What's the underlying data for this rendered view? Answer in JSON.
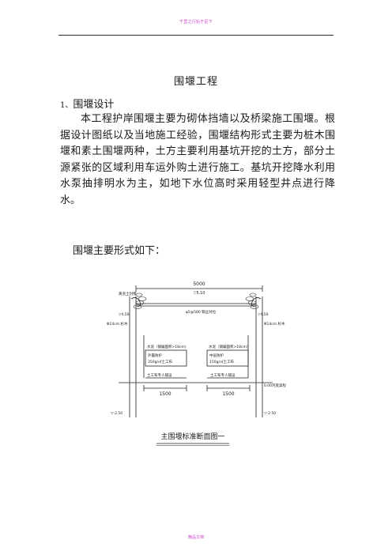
{
  "header": {
    "text": "千里之行始于足下"
  },
  "document": {
    "title": "围堰工程",
    "section_number": "1、",
    "section_title": "围堰设计",
    "paragraph": "本工程护岸围堰主要为砌体挡墙以及桥梁施工围堰。根据设计图纸以及当地施工经验，围堰结构形式主要为桩木围堰和素土围堰两种，土方主要利用基坑开挖的土方，部分土源紧张的区域利用车运外购土进行施工。基坑开挖降水利用水泵抽排明水为主，如地下水位高时采用轻型井点进行降水。",
    "forms_intro": "围堰主要形式如下："
  },
  "figure": {
    "width_label": "5000",
    "top_elev": "▽5.10",
    "left_mark": "黄泥土封堵",
    "left_elev": "▽4.50",
    "right_elev": "▽4.50",
    "center_label": "φ5@500 铁丝对拉",
    "left_pile": "Φ14cm 杉木",
    "right_pile": "Φ14cm 杉木",
    "left_mat_label": "水泥（铺编面积>18cm）",
    "right_mat_label": "水泥（铺编面积>18cm）",
    "left_box_title": "外露防护",
    "left_box_value": "350g/㎡土工布",
    "right_box_title": "中层防护",
    "right_box_value": "150g/㎡土工布",
    "left_fill_label": "土工布专人铺设",
    "right_fill_label": "土工布专人铺设",
    "water_label": "0.00河底高程",
    "dim_left": "1500",
    "dim_right": "1500",
    "bottom_left_elev": "▽-2.50",
    "bottom_right_elev": "▽-2.50",
    "caption": "主围堰标准断面图一"
  },
  "footer": {
    "text": "精品文档"
  }
}
